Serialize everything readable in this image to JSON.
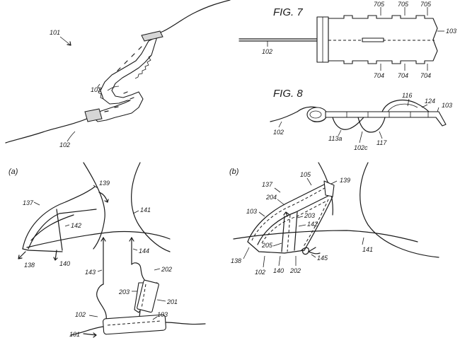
{
  "figures": {
    "fig7": "FIG. 7",
    "fig8": "FIG. 8",
    "panel_a": "(a)",
    "panel_b": "(b)"
  },
  "labels": {
    "top_left": {
      "r101": "101",
      "r103": "103",
      "r102": "102"
    },
    "fig7": {
      "r705a": "705",
      "r705b": "705",
      "r705c": "705",
      "r103": "103",
      "r102": "102",
      "r704a": "704",
      "r704b": "704",
      "r704c": "704"
    },
    "fig8": {
      "r116": "116",
      "r124": "124",
      "r103": "103",
      "r102": "102",
      "r113a": "113a",
      "r102c": "102c",
      "r117": "117"
    },
    "panel_a": {
      "r139": "139",
      "r137": "137",
      "r141": "141",
      "r142": "142",
      "r138": "138",
      "r140": "140",
      "r143": "143",
      "r144": "144",
      "r202": "202",
      "r203": "203",
      "r201": "201",
      "r102": "102",
      "r103": "103",
      "r101": "101"
    },
    "panel_b": {
      "r105": "105",
      "r139": "139",
      "r137": "137",
      "r204": "204",
      "r103": "103",
      "r203": "203",
      "r142": "142",
      "r205": "205",
      "r141": "141",
      "r138": "138",
      "r102": "102",
      "r140": "140",
      "r202": "202",
      "r145": "145"
    }
  }
}
